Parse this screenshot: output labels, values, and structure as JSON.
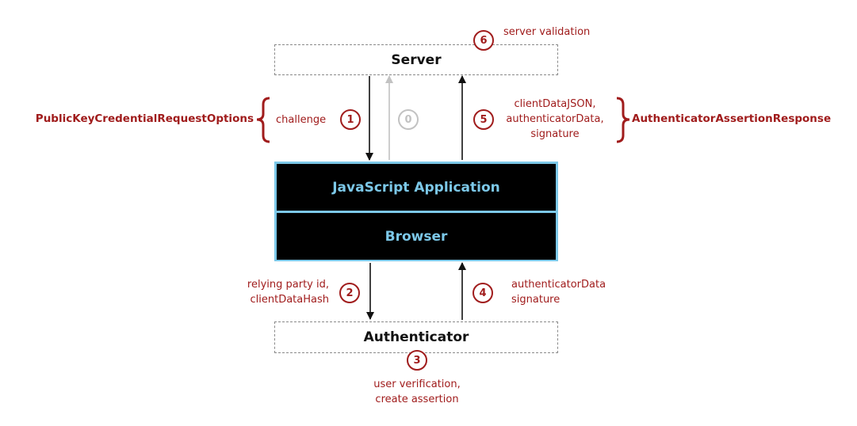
{
  "nodes": {
    "server": "Server",
    "app": "JavaScript Application",
    "browser": "Browser",
    "authenticator": "Authenticator"
  },
  "steps": [
    {
      "num": "0"
    },
    {
      "num": "1",
      "label": "challenge"
    },
    {
      "num": "2",
      "label": [
        "relying party id,",
        "clientDataHash"
      ]
    },
    {
      "num": "3",
      "label": [
        "user verification,",
        "create assertion"
      ]
    },
    {
      "num": "4",
      "label": [
        "authenticatorData",
        "signature"
      ]
    },
    {
      "num": "5",
      "label": [
        "clientDataJSON,",
        "authenticatorData,",
        "signature"
      ]
    },
    {
      "num": "6",
      "label": "server validation"
    }
  ],
  "objects": {
    "request": "PublicKeyCredentialRequestOptions",
    "response": "AuthenticatorAssertionResponse"
  },
  "colors": {
    "accent": "#a01c1c",
    "app_border": "#7cc8e8",
    "app_text": "#7cc8e8",
    "muted": "#c2c2c2",
    "dashed_border": "#8a8a8a"
  }
}
